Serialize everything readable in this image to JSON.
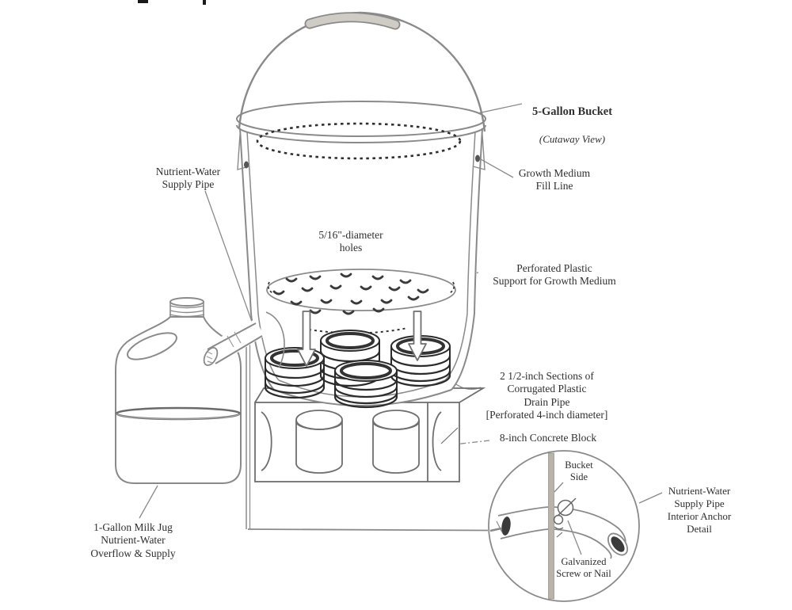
{
  "colors": {
    "background": "#ffffff",
    "line": "#8a8a8a",
    "dark": "#2b2b2b",
    "text": "#2f2f2f",
    "metal": "#b8b4ab"
  },
  "labels": {
    "bucket_title": "5-Gallon Bucket",
    "bucket_subtitle": "(Cutaway View)",
    "growth_medium_fill_line": "Growth Medium\nFill Line",
    "nutrient_water_supply_pipe": "Nutrient-Water\nSupply Pipe",
    "diameter_holes": "5/16\"-diameter\nholes",
    "perforated_plastic_support": "Perforated Plastic\nSupport for Growth Medium",
    "drain_pipe_sections": "2 1/2-inch Sections of\nCorrugated Plastic\nDrain Pipe\n[Perforated 4-inch diameter]",
    "concrete_block": "8-inch Concrete Block",
    "milk_jug": "1-Gallon Milk Jug\nNutrient-Water\nOverflow & Supply",
    "bucket_side": "Bucket\nSide",
    "galvanized_screw": "Galvanized\nScrew or Nail",
    "anchor_detail": "Nutrient-Water\nSupply Pipe\nInterior Anchor\nDetail"
  }
}
